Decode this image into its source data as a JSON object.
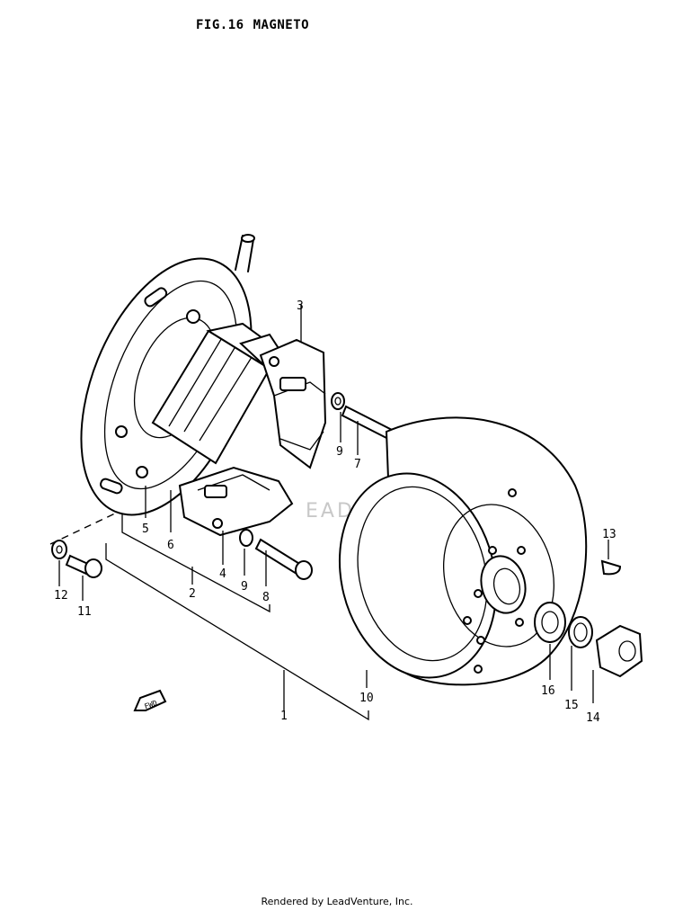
{
  "diagram": {
    "fig_number": "FIG.16",
    "fig_title": "MAGNETO",
    "footer": "Rendered by LeadVenture, Inc.",
    "watermark": "EADVENTURE",
    "fwd_label": "FWD",
    "callouts": {
      "c1": "1",
      "c2": "2",
      "c3": "3",
      "c4": "4",
      "c5": "5",
      "c6": "6",
      "c7": "7",
      "c8": "8",
      "c9a": "9",
      "c9b": "9",
      "c10": "10",
      "c11": "11",
      "c12": "12",
      "c13": "13",
      "c14": "14",
      "c15": "15",
      "c16": "16"
    }
  }
}
